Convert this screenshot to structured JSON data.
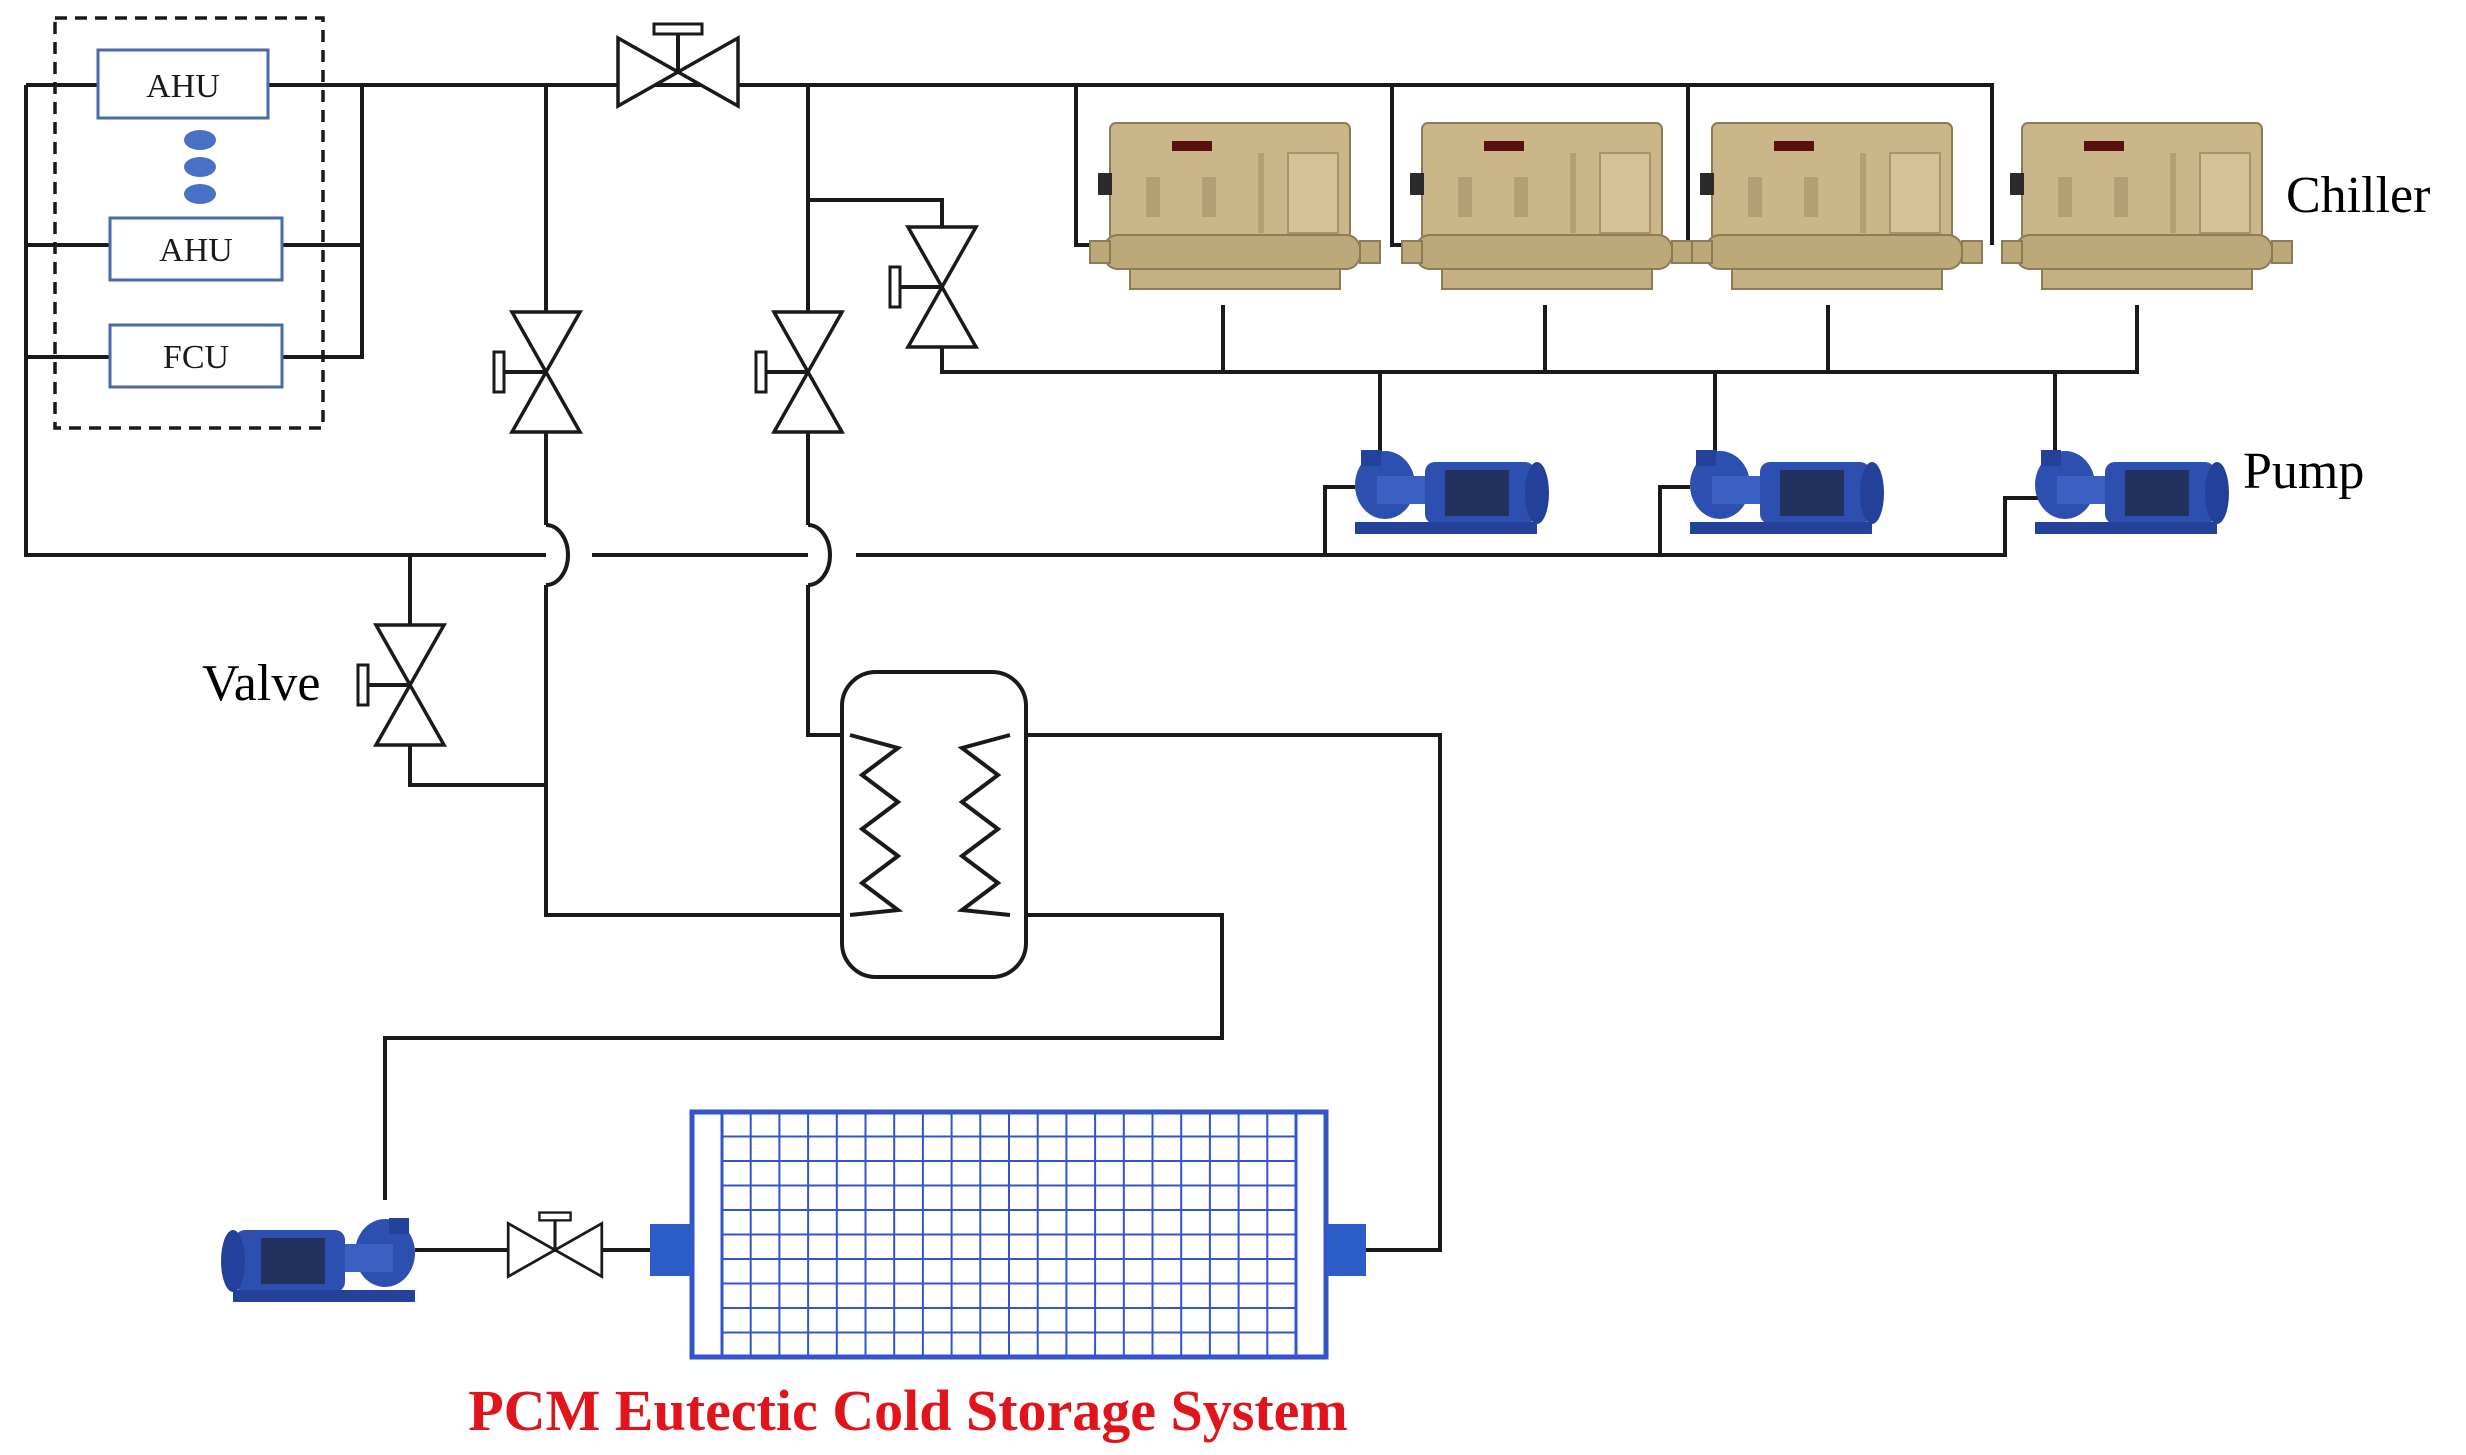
{
  "units": {
    "ahu_top": "AHU",
    "ahu_bottom": "AHU",
    "fcu": "FCU"
  },
  "labels": {
    "chiller": "Chiller",
    "pump": "Pump",
    "valve": "Valve"
  },
  "title": "PCM Eutectic Cold Storage System",
  "colors": {
    "title": "#e1141c",
    "unit_border": "#4a6aa8",
    "ellipsis_dot": "#4a72c4",
    "storage_grid": "#3355cc",
    "chiller_body": "#cbb68a",
    "pump_body": "#2d4fb0"
  },
  "icons": {
    "ahu_ellipsis": "vertical-dots-icon",
    "chiller": "chiller-icon",
    "pump": "centrifugal-pump-icon",
    "valve": "gate-valve-icon",
    "heat_exchanger": "plate-heat-exchanger-icon",
    "storage_tank": "pcm-storage-tank-icon"
  }
}
